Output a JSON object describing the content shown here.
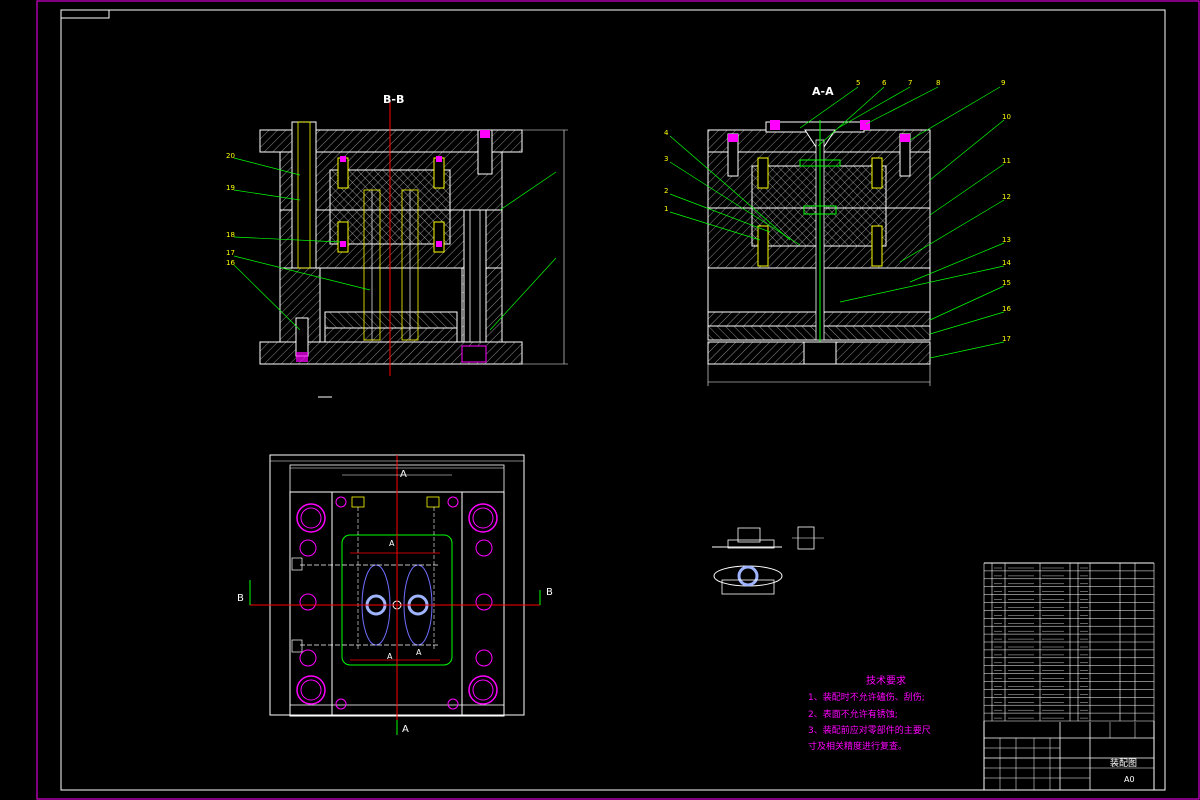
{
  "views": {
    "section_bb": "B-B",
    "section_aa": "A-A",
    "cut_b_left": "B",
    "cut_b_right": "B",
    "cut_a_top": "A",
    "cut_a_bottom": "A",
    "inner_a_1": "A",
    "inner_a_2": "A",
    "inner_a_3": "A"
  },
  "balloons_left": [
    "20",
    "19",
    "18",
    "17",
    "16"
  ],
  "balloons_right_top": [
    "5",
    "6",
    "7",
    "8",
    "9"
  ],
  "balloons_right_side": [
    "10",
    "11",
    "12",
    "13",
    "14",
    "15",
    "16",
    "17"
  ],
  "balloons_right_left": [
    "4",
    "3",
    "2",
    "1"
  ],
  "technical_requirements": {
    "title": "技术要求",
    "items": [
      "1、装配时不允许磕伤、刮伤;",
      "2、表面不允许有锈蚀;",
      "3、装配前应对零部件的主要尺",
      "寸及相关精度进行复查。"
    ]
  },
  "title_block": {
    "drawing_name": "装配图",
    "scale": "A0"
  },
  "colors": {
    "outline": "#ffffff",
    "center_line": "#ff0000",
    "hatch": "#d0d0d0",
    "component": "#ffff00",
    "bolt_green": "#00ff00",
    "magenta": "#ff00ff",
    "frame": "#ff00ff"
  }
}
